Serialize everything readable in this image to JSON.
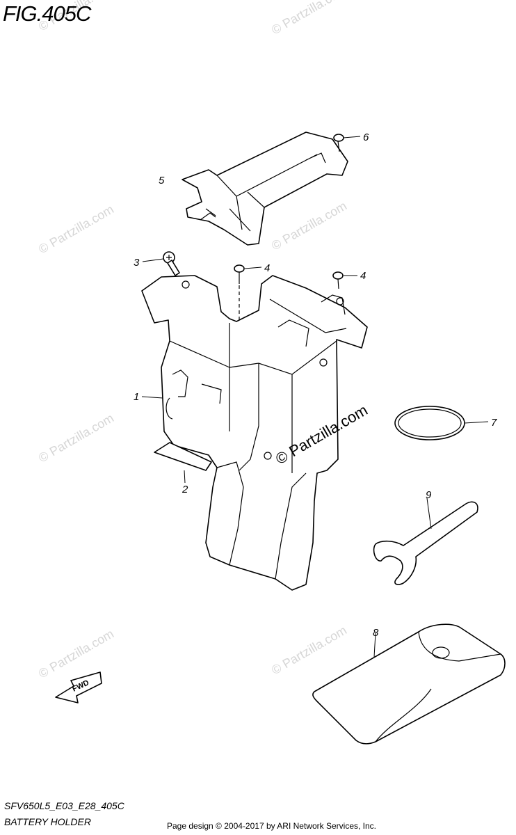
{
  "figure": {
    "title": "FIG.405C",
    "model_code": "SFV650L5_E03_E28_405C",
    "section_name": "BATTERY HOLDER",
    "copyright": "Page design © 2004-2017 by ARI Network Services, Inc."
  },
  "watermark": {
    "text": "© Partzilla.com",
    "color": "#d6d6d6"
  },
  "callouts": [
    "1",
    "2",
    "3",
    "4",
    "4",
    "5",
    "6",
    "7",
    "8",
    "9"
  ],
  "direction_arrow": {
    "label": "FWD"
  }
}
